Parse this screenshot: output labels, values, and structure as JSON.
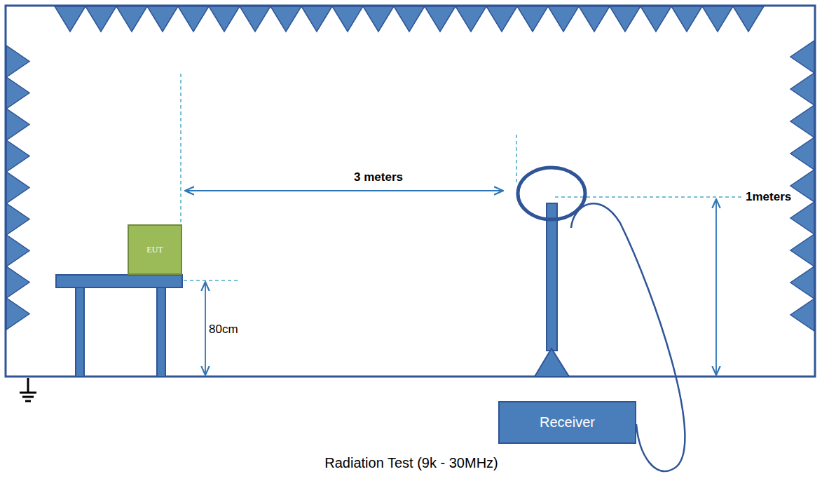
{
  "diagram": {
    "caption": "Radiation Test (9k - 30MHz)",
    "nodes": [
      {
        "text": [
          "EUT"
        ]
      },
      {
        "text": [
          "Receiver"
        ]
      }
    ],
    "labels": [
      "3 meters",
      "1meters",
      "80cm"
    ]
  }
}
